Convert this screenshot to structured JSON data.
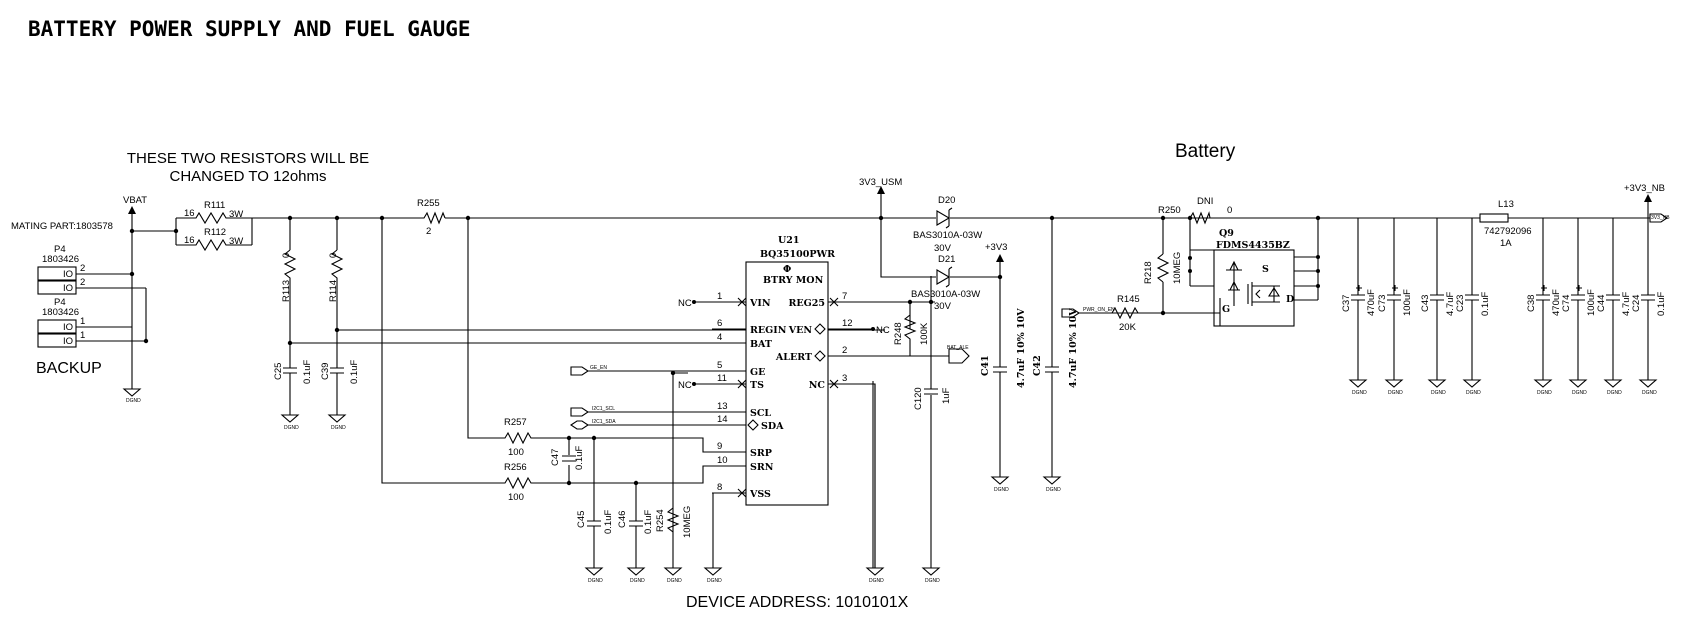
{
  "title": "BATTERY POWER SUPPLY AND FUEL GAUGE",
  "notes": {
    "resistor_change_line1": "THESE TWO RESISTORS WILL BE",
    "resistor_change_line2": "CHANGED TO 12ohms",
    "battery": "Battery",
    "mating_part": "MATING PART:1803578",
    "backup": "BACKUP",
    "device_address": "DEVICE ADDRESS: 1010101X"
  },
  "nets": {
    "vbat": "VBAT",
    "v3v3_usm": "3V3_USM",
    "v3v3": "+3V3",
    "v3v3_nb": "+3V3_NB",
    "dgnd": "DGND"
  },
  "connectors": {
    "p4a": {
      "ref": "P4",
      "part": "1803426",
      "pin_a": "2",
      "pin_b": "2",
      "io": "IO"
    },
    "p4b": {
      "ref": "P4",
      "part": "1803426",
      "pin_a": "1",
      "pin_b": "1",
      "io": "IO"
    }
  },
  "resistors": {
    "r111": {
      "ref": "R111",
      "value": "3W",
      "pin": "16"
    },
    "r112": {
      "ref": "R112",
      "value": "3W",
      "pin": "16"
    },
    "r255": {
      "ref": "R255",
      "value": "2"
    },
    "r113": {
      "ref": "R113",
      "value": "0"
    },
    "r114": {
      "ref": "R114",
      "value": "0"
    },
    "r257": {
      "ref": "R257",
      "value": "100"
    },
    "r256": {
      "ref": "R256",
      "value": "100"
    },
    "r254": {
      "ref": "R254",
      "value": "10MEG"
    },
    "r248": {
      "ref": "R248",
      "value": "100K"
    },
    "r218": {
      "ref": "R218",
      "value": "10MEG"
    },
    "r145": {
      "ref": "R145",
      "value": "20K"
    },
    "r250": {
      "ref": "R250",
      "value": "0",
      "dni": "DNI"
    }
  },
  "capacitors": {
    "c25": {
      "ref": "C25",
      "value": "0.1uF"
    },
    "c39": {
      "ref": "C39",
      "value": "0.1uF"
    },
    "c47": {
      "ref": "C47",
      "value": "0.1uF"
    },
    "c45": {
      "ref": "C45",
      "value": "0.1uF"
    },
    "c46": {
      "ref": "C46",
      "value": "0.1uF"
    },
    "c120": {
      "ref": "C120",
      "value": "1uF"
    },
    "c41": {
      "ref": "C41",
      "value": "4.7uF 10% 10V"
    },
    "c42": {
      "ref": "C42",
      "value": "4.7uF 10% 10V"
    },
    "c37": {
      "ref": "C37",
      "value": "470uF"
    },
    "c73": {
      "ref": "C73",
      "value": "100uF"
    },
    "c43": {
      "ref": "C43",
      "value": "4.7uF"
    },
    "c23": {
      "ref": "C23",
      "value": "0.1uF"
    },
    "c38": {
      "ref": "C38",
      "value": "470uF"
    },
    "c74": {
      "ref": "C74",
      "value": "100uF"
    },
    "c44": {
      "ref": "C44",
      "value": "4.7uF"
    },
    "c24": {
      "ref": "C24",
      "value": "0.1uF"
    }
  },
  "diodes": {
    "d20": {
      "ref": "D20",
      "part": "BAS3010A-03W",
      "rating": "30V"
    },
    "d21": {
      "ref": "D21",
      "part": "BAS3010A-03W",
      "rating": "30V"
    }
  },
  "mosfet": {
    "ref": "Q9",
    "part": "FDMS4435BZ",
    "pin_g": "G",
    "pin_s": "S",
    "pin_d": "D"
  },
  "inductor": {
    "ref": "L13",
    "part": "742792096",
    "rating": "1A"
  },
  "ic": {
    "ref": "U21",
    "part": "BQ35100PWR",
    "symbol": "Φ",
    "function": "BTRY MON",
    "left_pins": [
      {
        "num": "1",
        "name": "VIN"
      },
      {
        "num": "6",
        "name": "REGIN"
      },
      {
        "num": "4",
        "name": "BAT"
      },
      {
        "num": "5",
        "name": "GE"
      },
      {
        "num": "11",
        "name": "TS"
      },
      {
        "num": "13",
        "name": "SCL"
      },
      {
        "num": "14",
        "name": "SDA"
      },
      {
        "num": "9",
        "name": "SRP"
      },
      {
        "num": "10",
        "name": "SRN"
      },
      {
        "num": "8",
        "name": "VSS"
      }
    ],
    "right_pins": [
      {
        "num": "7",
        "name": "REG25"
      },
      {
        "num": "12",
        "name": "VEN"
      },
      {
        "num": "2",
        "name": "ALERT"
      },
      {
        "num": "3",
        "name": "NC"
      }
    ],
    "nc": "NC"
  },
  "offpage": {
    "ge_en": "GE_EN",
    "scl": "I2C1_SCL",
    "sda": "I2C1_SDA",
    "alert": "BAT_ALE",
    "pwr_on": "PWR_ON_EN",
    "out": "3V3_NB"
  }
}
